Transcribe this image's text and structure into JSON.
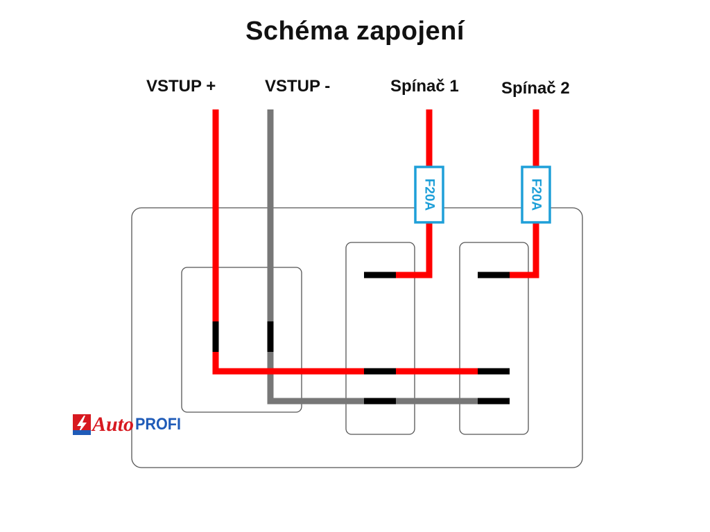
{
  "title": "Schéma zapojení",
  "labels": {
    "vstup_plus": "VSTUP +",
    "vstup_minus": "VSTUP -",
    "spinac_1": "Spínač 1",
    "spinac_2": "Spínač 2"
  },
  "fuses": {
    "fuse_1": "F20A",
    "fuse_2": "F20A"
  },
  "logo": {
    "auto": "Auto",
    "profi": "PROFI"
  },
  "colors": {
    "positive_wire": "#ff0000",
    "negative_wire": "#777777",
    "terminal": "#000000",
    "fuse": "#1e9fd8",
    "outline": "#555555",
    "logo_red": "#d71920",
    "logo_blue": "#1f5bb8"
  },
  "icons": {
    "logo_mark": "lightning-bolt-icon"
  }
}
